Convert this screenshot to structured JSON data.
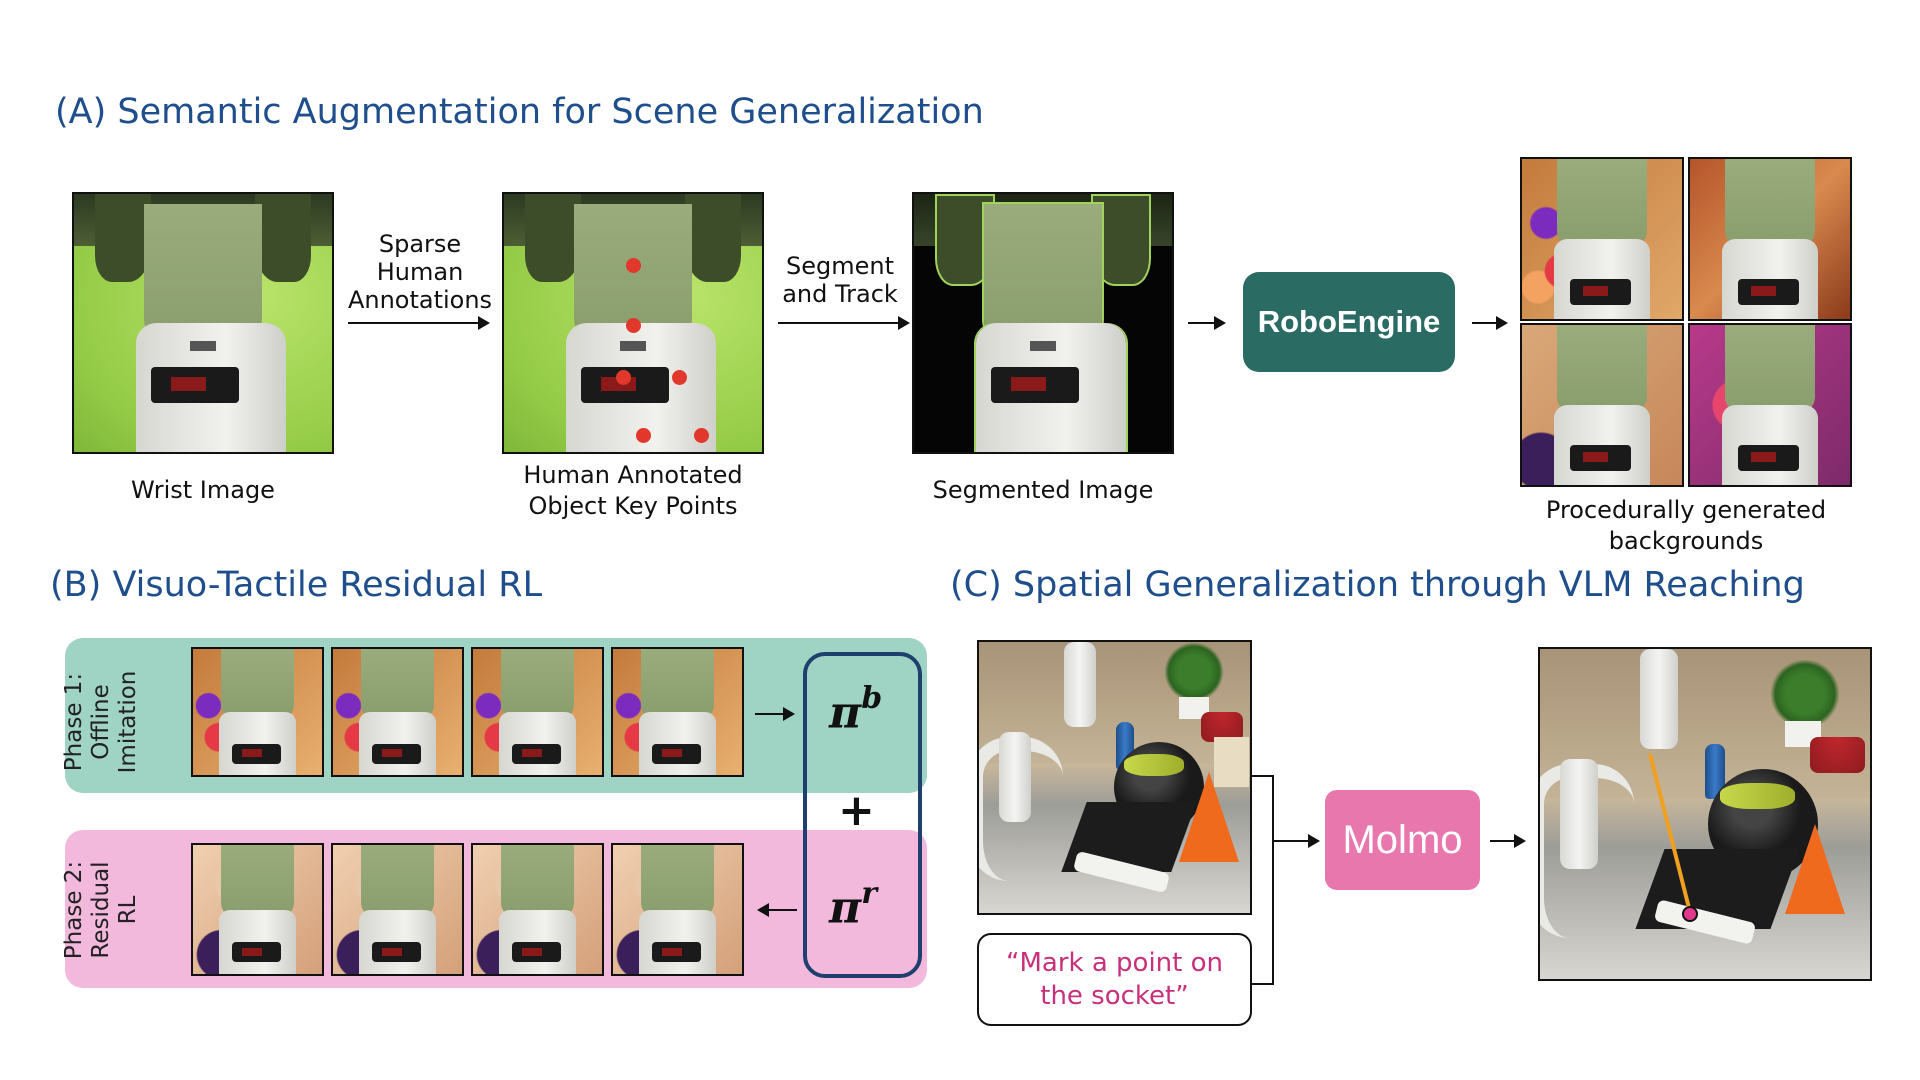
{
  "section_a": {
    "title": "(A) Semantic Augmentation for Scene Generalization",
    "wrist_image_caption": "Wrist Image",
    "arrow1_label": [
      "Sparse",
      "Human",
      "Annotations"
    ],
    "keypoints_caption": [
      "Human Annotated",
      "Object Key Points"
    ],
    "arrow2_label": [
      "Segment",
      "and Track"
    ],
    "segmented_caption": "Segmented Image",
    "engine_label": "RoboEngine",
    "backgrounds_caption": [
      "Procedurally generated",
      "backgrounds"
    ]
  },
  "section_b": {
    "title": "(B) Visuo-Tactile Residual RL",
    "phase1_label": [
      "Phase 1:",
      "Offline",
      "Imitation"
    ],
    "phase2_label": [
      "Phase 2:",
      "Residual",
      "RL"
    ],
    "base_policy": "π",
    "base_policy_sup": "b",
    "residual_policy": "π",
    "residual_policy_sup": "r",
    "plus": "+"
  },
  "section_c": {
    "title": "(C) Spatial Generalization through VLM Reaching",
    "model_label": "Molmo",
    "prompt": [
      "“Mark a point on",
      "the socket”"
    ]
  },
  "colors": {
    "title_blue": "#1f4e8c",
    "roboengine_teal": "#2a6b63",
    "molmo_pink": "#e877ae",
    "phase1_teal": "#9fd3c3",
    "phase2_pink": "#f3b9dc",
    "policy_border": "#1f3f6e",
    "prompt_text": "#c7307b",
    "keypoint_red": "#e2382b",
    "reach_arrow": "#f0a020"
  }
}
